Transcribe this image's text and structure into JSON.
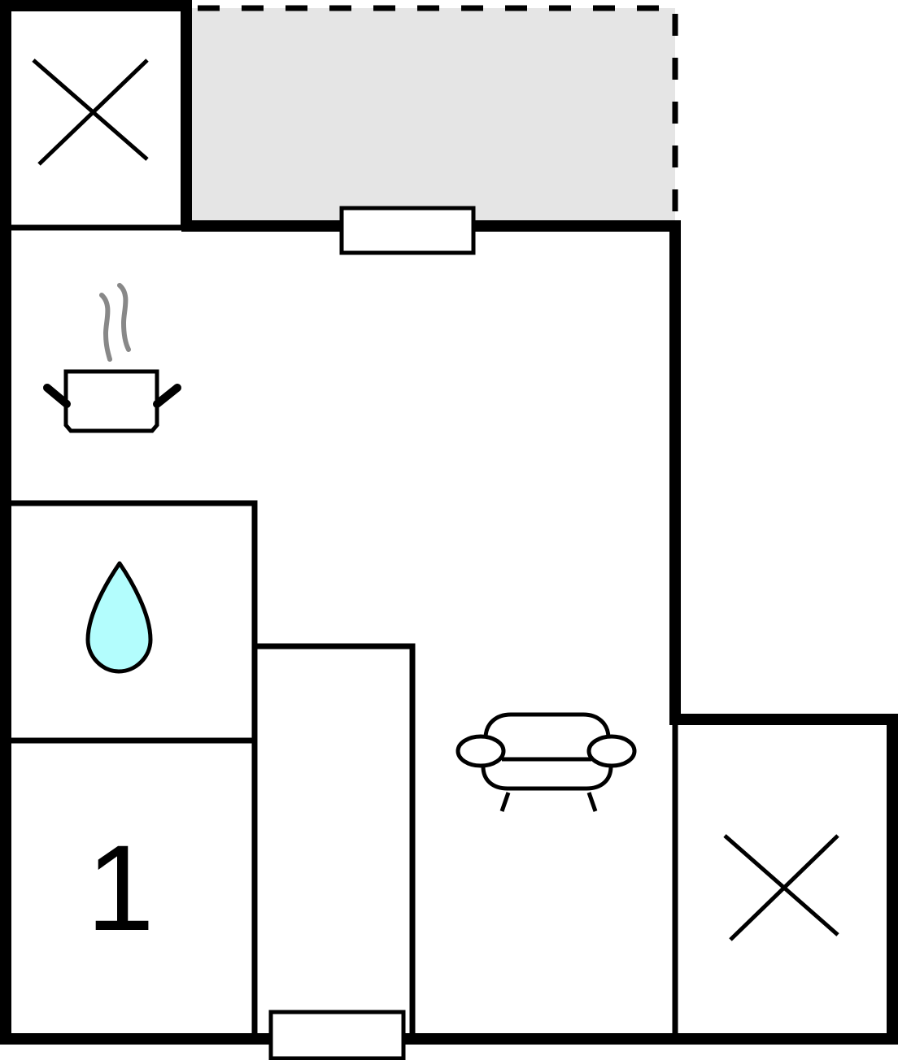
{
  "floorplan": {
    "title": "",
    "colors": {
      "wall": "#000000",
      "terrace_fill": "#e5e5e5",
      "water_drop": "#b3fdfd",
      "steam": "#888888",
      "background": "#ffffff"
    },
    "rooms": [
      {
        "id": "storage-top-left",
        "icon": "x-cross-icon",
        "label": ""
      },
      {
        "id": "terrace",
        "icon": "",
        "label": "",
        "style": "dashed-outline-shaded"
      },
      {
        "id": "kitchen-living",
        "icon": "cooking-pot-icon",
        "label": ""
      },
      {
        "id": "bathroom",
        "icon": "water-drop-icon",
        "label": ""
      },
      {
        "id": "bedroom-1",
        "icon": "",
        "label": "1"
      },
      {
        "id": "hallway",
        "icon": "",
        "label": ""
      },
      {
        "id": "living-area",
        "icon": "sofa-icon",
        "label": ""
      },
      {
        "id": "storage-bottom-right",
        "icon": "x-cross-icon",
        "label": ""
      }
    ],
    "bedroom_number": "1",
    "doors": [
      {
        "id": "terrace-door",
        "position": "top wall"
      },
      {
        "id": "entrance-door",
        "position": "bottom wall"
      }
    ]
  }
}
